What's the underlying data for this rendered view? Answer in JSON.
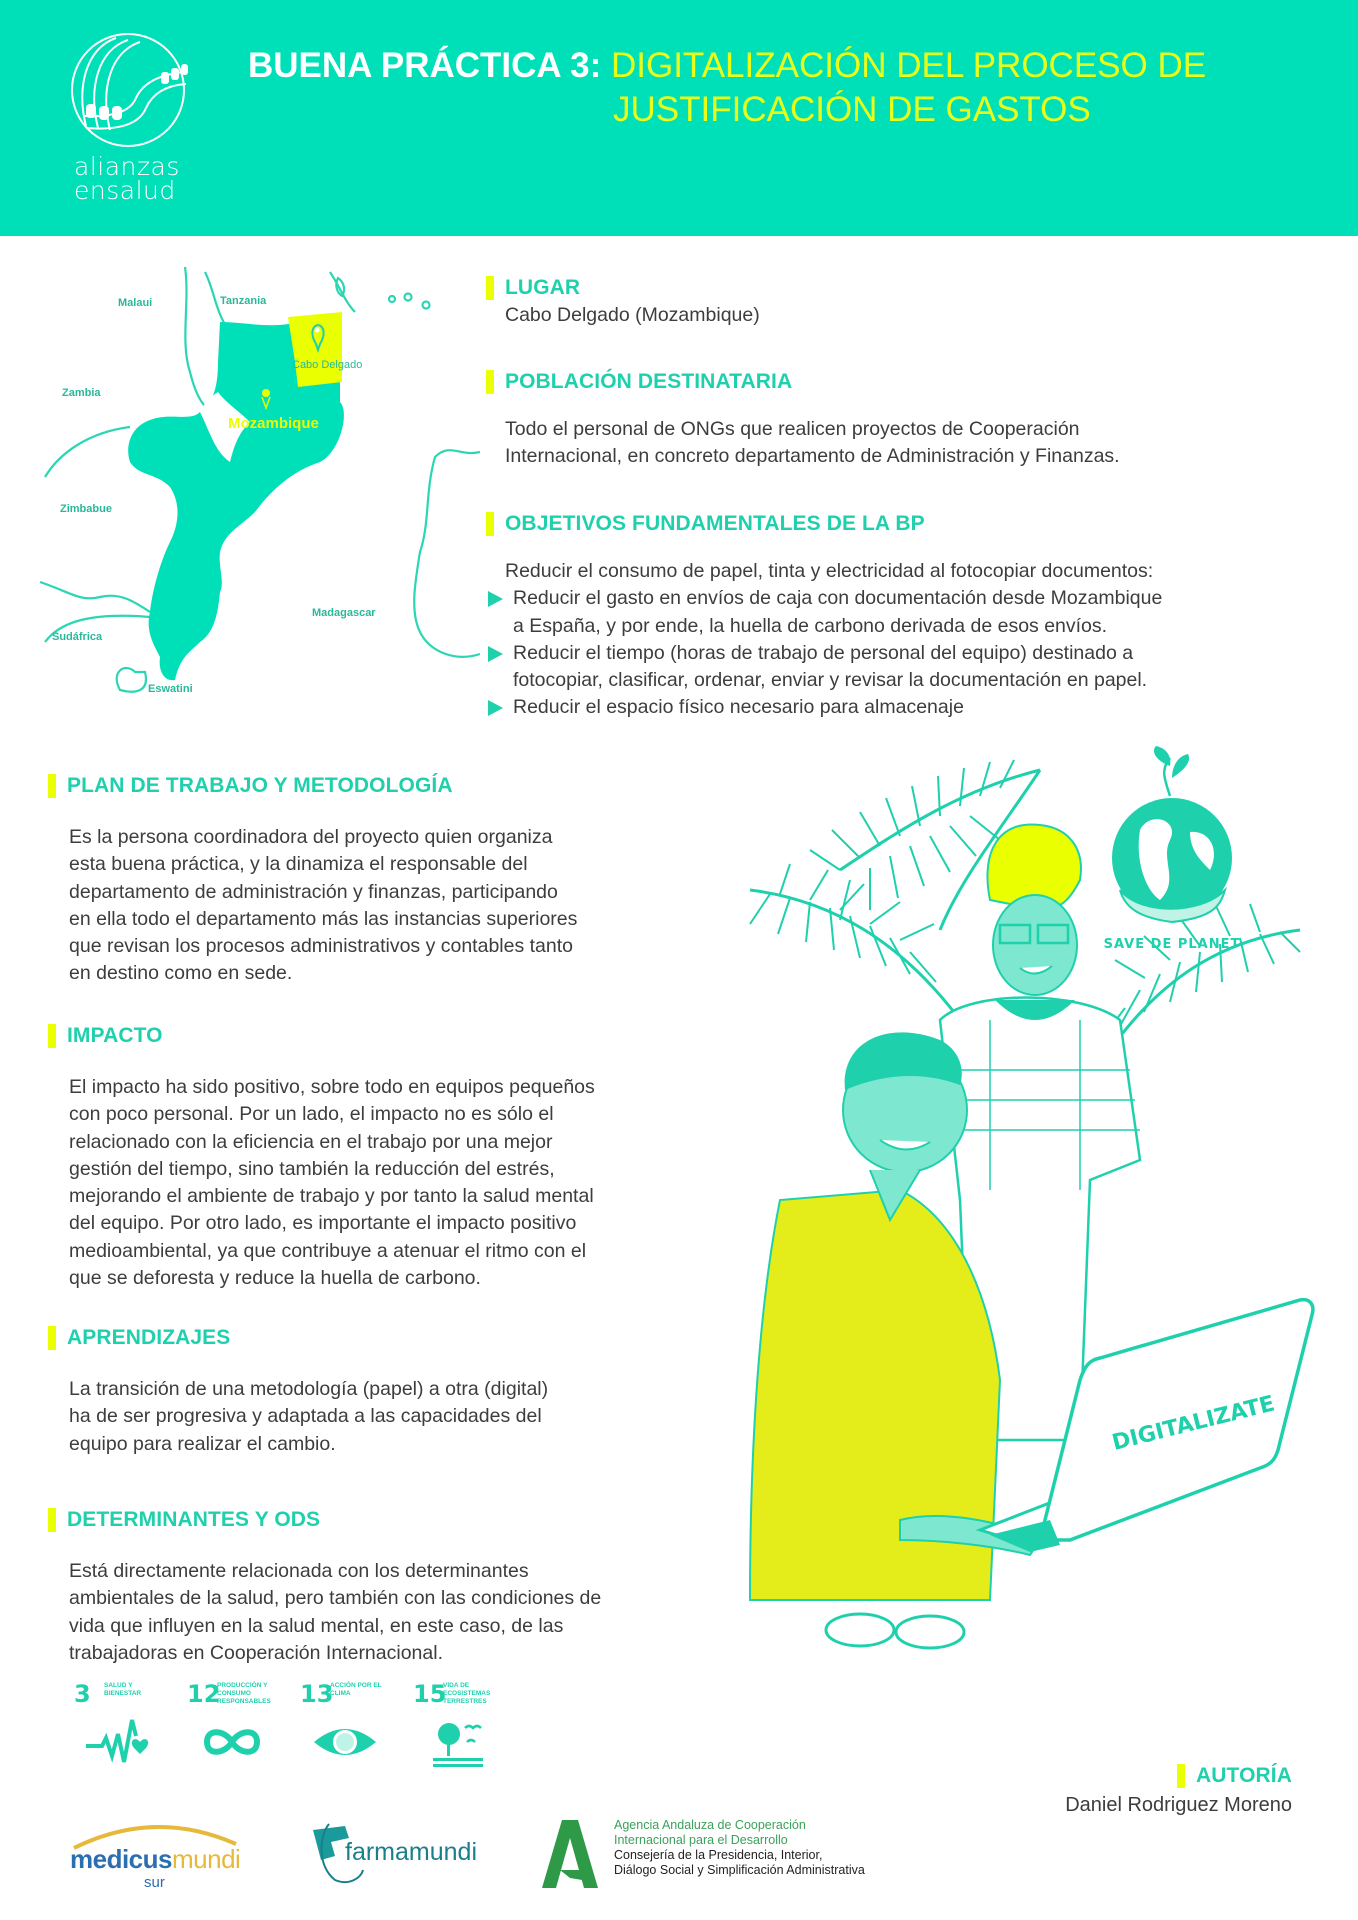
{
  "header": {
    "logo_line1": "alianzas",
    "logo_line2": "ensalud",
    "title_lead": "BUENA PRÁCTICA 3:",
    "title_line1": "DIGITALIZACIÓN DEL PROCESO DE",
    "title_line2": "JUSTIFICACIÓN DE GASTOS"
  },
  "colors": {
    "teal": "#00e0b8",
    "heading_teal": "#1fd0ad",
    "yellow": "#eaff00",
    "text": "#3d3d3d"
  },
  "map": {
    "labels": {
      "malawi": "Malaui",
      "tanzania": "Tanzania",
      "zambia": "Zambia",
      "zimbabwe": "Zimbabue",
      "south_africa": "Sudáfrica",
      "eswatini": "Eswatini",
      "madagascar": "Madagascar",
      "mozambique": "Mozambique",
      "cabo_delgado": "Cabo Delgado"
    }
  },
  "sections": {
    "lugar": {
      "title": "LUGAR",
      "text": "Cabo Delgado (Mozambique)"
    },
    "poblacion": {
      "title": "POBLACIÓN DESTINATARIA",
      "line1": "Todo el personal de ONGs que realicen proyectos de Cooperación",
      "line2": "Internacional, en concreto departamento de Administración y Finanzas."
    },
    "objetivos": {
      "title": "OBJETIVOS FUNDAMENTALES DE LA BP",
      "intro": "Reducir el consumo de papel, tinta y electricidad al fotocopiar documentos:",
      "bullets": [
        {
          "line1": "Reducir el gasto en envíos de caja con documentación desde Mozambique",
          "line2": "a España, y por ende, la huella de carbono derivada de esos envíos."
        },
        {
          "line1": "Reducir el tiempo (horas de trabajo de personal del equipo) destinado a",
          "line2": "fotocopiar, clasificar, ordenar, enviar y revisar la documentación en papel."
        },
        {
          "line1": "Reducir el espacio físico necesario para almacenaje",
          "line2": ""
        }
      ]
    },
    "plan": {
      "title": "PLAN DE TRABAJO Y METODOLOGÍA",
      "lines": [
        "Es la persona coordinadora del proyecto quien organiza",
        "esta buena práctica, y la dinamiza el responsable del",
        "departamento de administración y finanzas, participando",
        "en ella todo el departamento más las instancias superiores",
        "que revisan los procesos administrativos y contables tanto",
        "en destino como en sede."
      ]
    },
    "impacto": {
      "title": "IMPACTO",
      "lines": [
        "El impacto ha sido positivo, sobre todo en equipos pequeños",
        "con poco personal. Por un lado, el impacto no es sólo el",
        "relacionado con la eficiencia en el trabajo por una mejor",
        "gestión del tiempo, sino también la reducción del estrés,",
        "mejorando el ambiente de trabajo y por tanto la salud mental",
        "del equipo. Por otro lado, es importante el impacto positivo",
        "medioambiental, ya que contribuye a atenuar el ritmo con el",
        "que se deforesta y reduce la huella de carbono."
      ]
    },
    "aprendizajes": {
      "title": "APRENDIZAJES",
      "lines": [
        "La transición de una metodología (papel) a otra (digital)",
        "ha de ser progresiva y adaptada a las capacidades del",
        "equipo para realizar el cambio."
      ]
    },
    "determinantes": {
      "title": "DETERMINANTES Y ODS",
      "lines": [
        "Está directamente relacionada con los determinantes",
        "ambientales de la salud, pero también con las condiciones de",
        "vida que influyen en la salud mental, en este caso, de las",
        "trabajadoras en Cooperación Internacional."
      ]
    },
    "autoria": {
      "title": "AUTORÍA",
      "name": "Daniel Rodriguez Moreno"
    }
  },
  "ods": [
    {
      "number": "3",
      "label": "Salud y bienestar",
      "icon": "heartbeat-icon"
    },
    {
      "number": "12",
      "label": "Producción y consumo responsables",
      "icon": "infinity-icon"
    },
    {
      "number": "13",
      "label": "Acción por el clima",
      "icon": "eye-globe-icon"
    },
    {
      "number": "15",
      "label": "Vida de ecosistemas terrestres",
      "icon": "tree-birds-icon"
    }
  ],
  "illustration": {
    "planet_caption": "SAVE DE PLANET",
    "laptop_text": "DIGITALIZATE"
  },
  "footer_logos": {
    "medicus_a": "medicus",
    "medicus_b": "mundi",
    "medicus_sur": "sur",
    "farmamundi": "farmamundi",
    "junta_line1": "Agencia Andaluza de Cooperación",
    "junta_line2": "Internacional para el Desarrollo",
    "junta_line3": "Consejería de la Presidencia, Interior,",
    "junta_line4": "Diálogo Social y Simplificación Administrativa"
  }
}
